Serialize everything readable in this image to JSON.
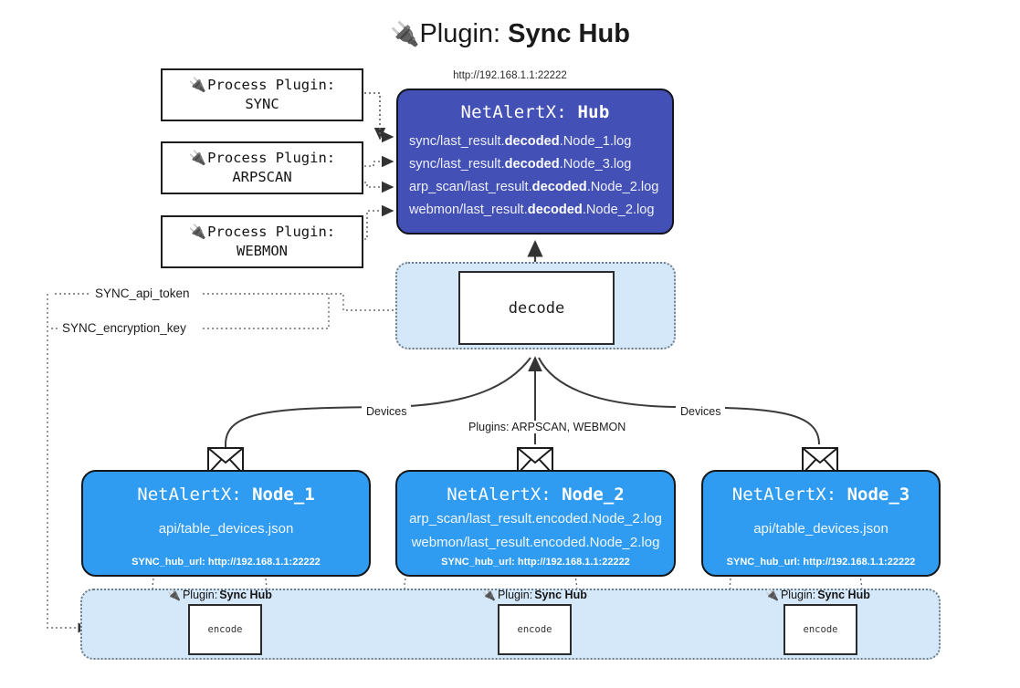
{
  "title": {
    "icon": "electric-plug-icon",
    "lead": "Plugin:",
    "strong": "Sync Hub",
    "plug_glyph": "🔌"
  },
  "hub": {
    "url": "http://192.168.1.1:22222",
    "name_prefix": "NetAlertX:",
    "name": "Hub",
    "logs": [
      {
        "pre": "sync/last_result.",
        "mid": "decoded",
        "post": ".Node_1.log"
      },
      {
        "pre": "sync/last_result.",
        "mid": "decoded",
        "post": ".Node_3.log"
      },
      {
        "pre": "arp_scan/last_result.",
        "mid": "decoded",
        "post": ".Node_2.log"
      },
      {
        "pre": "webmon/last_result.",
        "mid": "decoded",
        "post": ".Node_2.log"
      }
    ],
    "color": "#4350b5"
  },
  "process_plugins": [
    {
      "line1": "Process Plugin:",
      "line2": "SYNC"
    },
    {
      "line1": "Process Plugin:",
      "line2": "ARPSCAN"
    },
    {
      "line1": "Process Plugin:",
      "line2": "WEBMON"
    }
  ],
  "decode": {
    "label": "decode",
    "band_color": "#d5e8fa"
  },
  "tokens": {
    "api_token": "SYNC_api_token",
    "encryption_key": "SYNC_encryption_key"
  },
  "edge_labels": {
    "devices_left": "Devices",
    "devices_right": "Devices",
    "plugins_center": "Plugins: ARPSCAN, WEBMON"
  },
  "nodes": [
    {
      "prefix": "NetAlertX:",
      "name": "Node_1",
      "lines": [
        "api/table_devices.json"
      ],
      "footer": "SYNC_hub_url: http://192.168.1.1:22222",
      "icon": "envelope-icon"
    },
    {
      "prefix": "NetAlertX:",
      "name": "Node_2",
      "lines": [
        "arp_scan/last_result.encoded.Node_2.log",
        "webmon/last_result.encoded.Node_2.log"
      ],
      "footer": "SYNC_hub_url: http://192.168.1.1:22222",
      "icon": "envelope-icon"
    },
    {
      "prefix": "NetAlertX:",
      "name": "Node_3",
      "lines": [
        "api/table_devices.json"
      ],
      "footer": "SYNC_hub_url: http://192.168.1.1:22222",
      "icon": "envelope-icon"
    }
  ],
  "encoders": [
    {
      "tag_lead": "Plugin:",
      "tag_strong": "Sync Hub",
      "label": "encode"
    },
    {
      "tag_lead": "Plugin:",
      "tag_strong": "Sync Hub",
      "label": "encode"
    },
    {
      "tag_lead": "Plugin:",
      "tag_strong": "Sync Hub",
      "label": "encode"
    }
  ],
  "colors": {
    "hub_blue": "#4350b5",
    "node_blue": "#2f9bf1",
    "band_blue": "#d5e8fa",
    "stroke": "#3b3b3b"
  }
}
